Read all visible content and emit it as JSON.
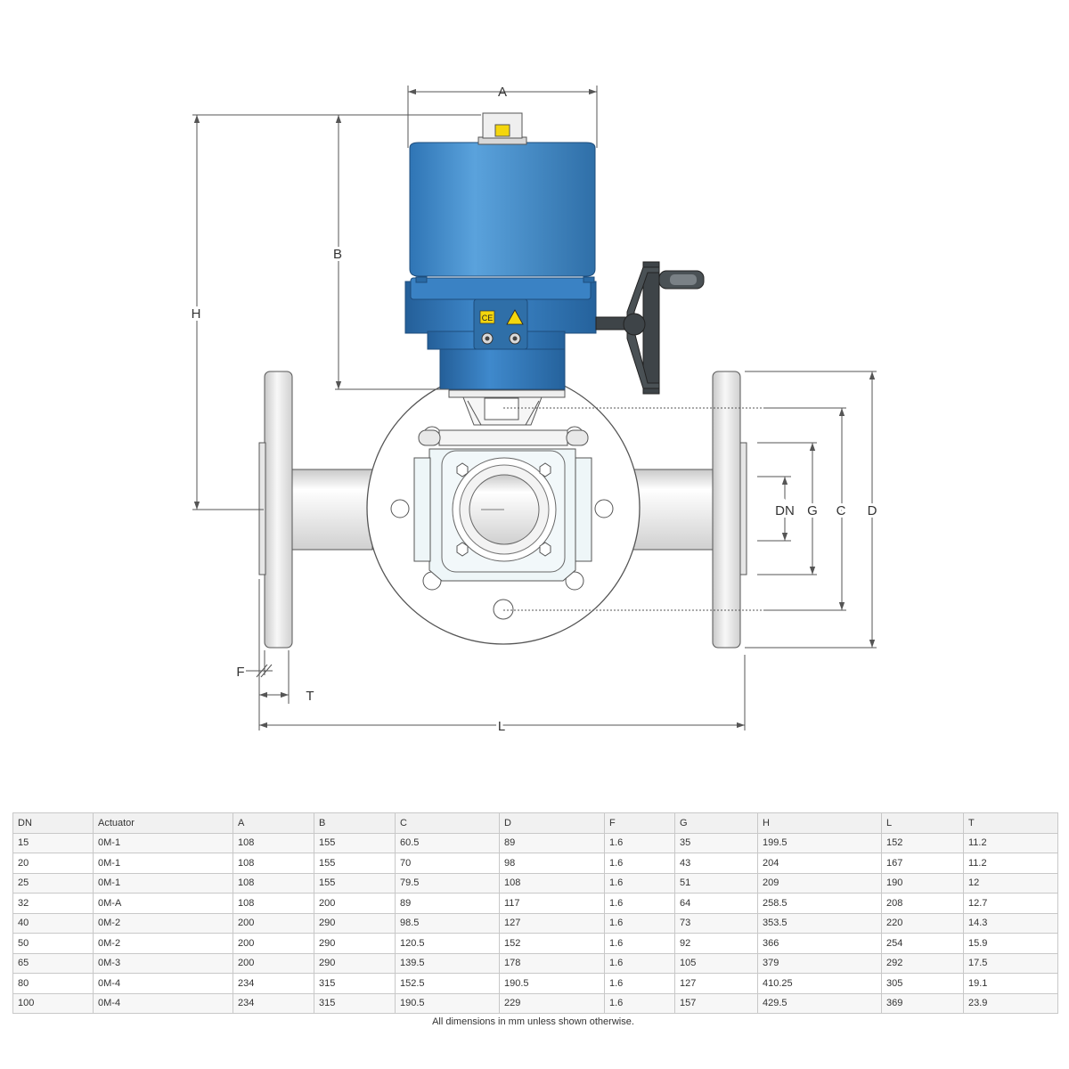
{
  "drawing": {
    "labels": {
      "A": "A",
      "B": "B",
      "H": "H",
      "DN": "DN",
      "G": "G",
      "C": "C",
      "D": "D",
      "F": "F",
      "T": "T",
      "L": "L"
    },
    "colors": {
      "actuator_body": "#4f97d6",
      "actuator_base": "#2f74b9",
      "handwheel": "#3e4448",
      "flange": "#dcdcdc",
      "pipe": "#e4e4e4",
      "valve_body": "#eef6f8",
      "indicator": "#f4d60d",
      "ce_label": "#f4d60d",
      "outline": "#555555"
    },
    "icons": [
      "ce-mark-icon",
      "warning-triangle-icon"
    ]
  },
  "table": {
    "headers": [
      "DN",
      "Actuator",
      "A",
      "B",
      "C",
      "D",
      "F",
      "G",
      "H",
      "L",
      "T"
    ],
    "rows": [
      [
        "15",
        "0M-1",
        "108",
        "155",
        "60.5",
        "89",
        "1.6",
        "35",
        "199.5",
        "152",
        "11.2"
      ],
      [
        "20",
        "0M-1",
        "108",
        "155",
        "70",
        "98",
        "1.6",
        "43",
        "204",
        "167",
        "11.2"
      ],
      [
        "25",
        "0M-1",
        "108",
        "155",
        "79.5",
        "108",
        "1.6",
        "51",
        "209",
        "190",
        "12"
      ],
      [
        "32",
        "0M-A",
        "108",
        "200",
        "89",
        "117",
        "1.6",
        "64",
        "258.5",
        "208",
        "12.7"
      ],
      [
        "40",
        "0M-2",
        "200",
        "290",
        "98.5",
        "127",
        "1.6",
        "73",
        "353.5",
        "220",
        "14.3"
      ],
      [
        "50",
        "0M-2",
        "200",
        "290",
        "120.5",
        "152",
        "1.6",
        "92",
        "366",
        "254",
        "15.9"
      ],
      [
        "65",
        "0M-3",
        "200",
        "290",
        "139.5",
        "178",
        "1.6",
        "105",
        "379",
        "292",
        "17.5"
      ],
      [
        "80",
        "0M-4",
        "234",
        "315",
        "152.5",
        "190.5",
        "1.6",
        "127",
        "410.25",
        "305",
        "19.1"
      ],
      [
        "100",
        "0M-4",
        "234",
        "315",
        "190.5",
        "229",
        "1.6",
        "157",
        "429.5",
        "369",
        "23.9"
      ]
    ]
  },
  "footnote": "All dimensions in mm unless shown otherwise."
}
